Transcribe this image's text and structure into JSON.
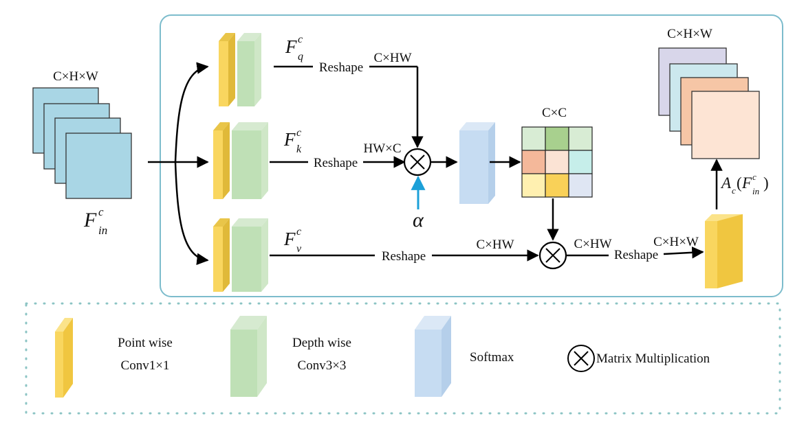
{
  "input": {
    "dims": "C×H×W",
    "symbol": {
      "base": "F",
      "sup": "c",
      "sub": "in"
    }
  },
  "branches": {
    "query": {
      "symbol": {
        "base": "F",
        "sup": "c",
        "sub": "q"
      },
      "reshape": "Reshape",
      "dims": "C×HW"
    },
    "key": {
      "symbol": {
        "base": "F",
        "sup": "c",
        "sub": "k"
      },
      "reshape": "Reshape",
      "dims": "HW×C"
    },
    "value": {
      "symbol": {
        "base": "F",
        "sup": "c",
        "sub": "v"
      },
      "reshape": "Reshape",
      "dims": "C×HW"
    }
  },
  "alpha": "α",
  "cc_matrix": {
    "label": "C×C",
    "cells": [
      "#d8ecd4",
      "#a8d08e",
      "#d8ecd4",
      "#f4b89a",
      "#fbe3d4",
      "#c6eeea",
      "#fff0b0",
      "#f9d158",
      "#dfe6f3"
    ]
  },
  "after_mult": {
    "dims": "C×HW",
    "reshape": "Reshape",
    "dims2": "C×H×W"
  },
  "output": {
    "dims": "C×H×W",
    "expr": {
      "prefix": "A",
      "prefix_sub": "c",
      "base": "F",
      "sup": "c",
      "sub": "in"
    }
  },
  "legend": {
    "pointwise": {
      "line1": "Point wise",
      "line2": "Conv1×1"
    },
    "depthwise": {
      "line1": "Depth wise",
      "line2": "Conv3×3"
    },
    "softmax": "Softmax",
    "matmul": "Matrix Multiplication"
  },
  "colors": {
    "frame": "#7cbccc",
    "legend_dots": "#8cc4c4",
    "pointwise": "#f9d65f",
    "depthwise": "#bfe0b6",
    "softmax": "#c6dcf2",
    "alpha_arrow": "#1ca0d8",
    "input_square": "#a9d6e5"
  }
}
